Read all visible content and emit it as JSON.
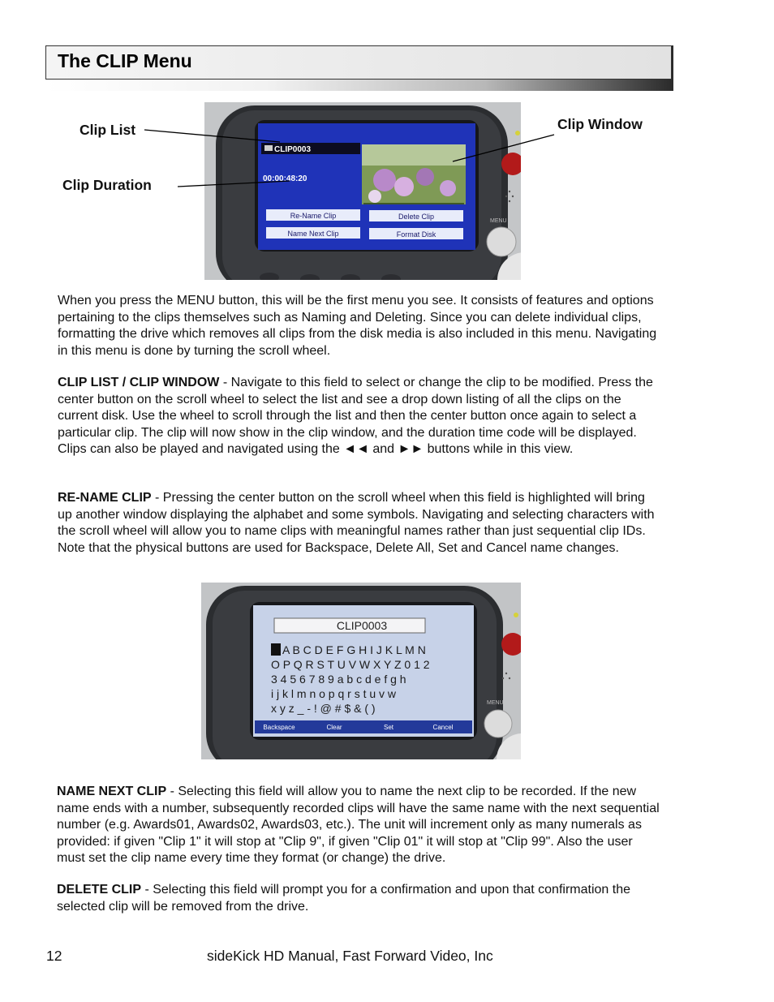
{
  "header": {
    "title": "The CLIP Menu"
  },
  "figure1": {
    "labels": {
      "clip_list": "Clip List",
      "clip_duration": "Clip Duration",
      "clip_window": "Clip Window"
    },
    "screen": {
      "clip_name": "CLIP0003",
      "duration": "00:00:48:20",
      "buttons": [
        "Re-Name Clip",
        "Delete Clip",
        "Name Next Clip",
        "Format Disk"
      ],
      "menu_label": "MENU"
    }
  },
  "paragraphs": {
    "intro": "When you press the MENU button, this will be the first menu you see. It consists of features and options pertaining to the clips themselves such as Naming and Deleting. Since you can delete individual clips, formatting the drive which removes all clips from the disk media is also included in this menu. Navigating in this menu is done by turning the scroll wheel.",
    "clip_list_term": "CLIP LIST  / CLIP WINDOW",
    "clip_list_body": " - Navigate to this field to select or change the clip to be modified. Press the center button on the scroll wheel to select the list and see a drop down listing of all the clips on the current disk. Use the wheel to scroll through the list and then the center button once again to select a particular clip. The clip will now show in the clip window, and the duration time code will be displayed. Clips can also be played and navigated using the ◄◄ and ►► buttons while in this view.",
    "rename_term": "RE-NAME CLIP",
    "rename_body": " - Pressing the center button on the scroll wheel when this field is highlighted will bring up another window displaying the alphabet and some symbols. Navigating and selecting characters with the scroll wheel will allow you to name clips with meaningful names rather than just sequential clip IDs. Note that the physical buttons are used for Backspace, Delete All, Set and Cancel name changes.",
    "namenext_term": "NAME NEXT CLIP",
    "namenext_body": " -  Selecting this field will allow you to name the next clip to be recorded. If the new name ends with a number, subsequently recorded clips will have the same name with the next sequential number (e.g. Awards01, Awards02, Awards03, etc.). The unit will increment only as many numerals as provided:  if  given \"Clip 1\" it will stop at \"Clip 9\", if given \"Clip 01\" it will stop at \"Clip 99\". Also the user must set the clip name every time they format (or change) the drive.",
    "delete_term": "DELETE CLIP",
    "delete_body": " - Selecting this field will prompt you for a confirmation and upon that confirmation the selected clip will be removed from the drive."
  },
  "figure2": {
    "screen": {
      "name_field": "CLIP0003",
      "rows": [
        "A B C D E F G H I  J K L  M N",
        "O P Q R S T U V W X Y Z 0 1 2",
        "3 4 5 6 7 8 9 a b c d e f  g h",
        "i  j  k l  m n o p q r  s t  u v w",
        "x y z _ - !  @ # $ & (  )"
      ],
      "buttons": [
        "Backspace",
        "Clear",
        "Set",
        "Cancel"
      ],
      "menu_label": "MENU"
    }
  },
  "footer": {
    "page_number": "12",
    "text": "sideKick HD Manual, Fast Forward Video, Inc"
  }
}
